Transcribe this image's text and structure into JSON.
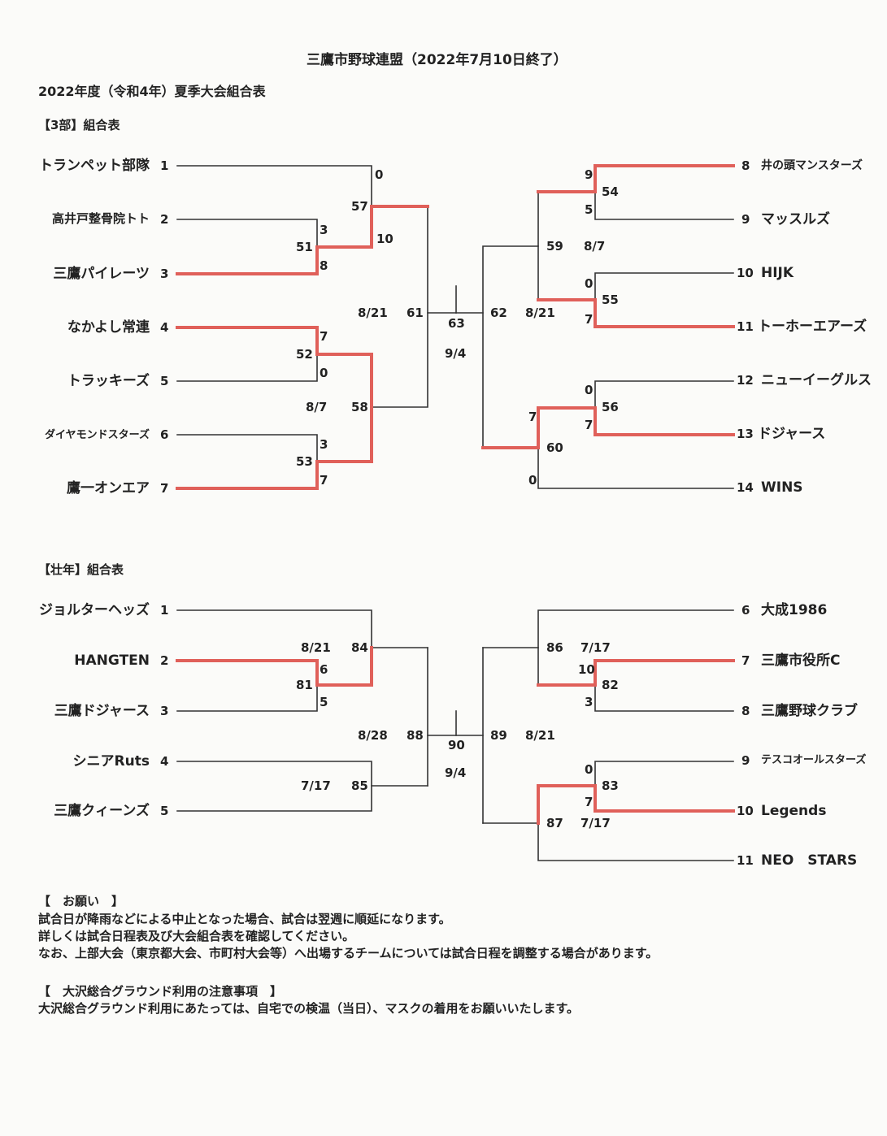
{
  "header": {
    "title": "三鷹市野球連盟（2022年7月10日終了）",
    "subtitle": "2022年度（令和4年）夏季大会組合表"
  },
  "section3": {
    "heading": "【3部】組合表",
    "teams": [
      {
        "no": "1",
        "name": "トランペット部隊"
      },
      {
        "no": "2",
        "name": "高井戸整骨院トト"
      },
      {
        "no": "3",
        "name": "三鷹パイレーツ"
      },
      {
        "no": "4",
        "name": "なかよし常連"
      },
      {
        "no": "5",
        "name": "トラッキーズ"
      },
      {
        "no": "6",
        "name": "ダイヤモンドスターズ"
      },
      {
        "no": "7",
        "name": "鷹一オンエア"
      },
      {
        "no": "8",
        "name": "井の頭マンスターズ"
      },
      {
        "no": "9",
        "name": "マッスルズ"
      },
      {
        "no": "10",
        "name": "HIJK"
      },
      {
        "no": "11",
        "name": "トーホーエアーズ"
      },
      {
        "no": "12",
        "name": "ニューイーグルス"
      },
      {
        "no": "13",
        "name": "ドジャース"
      },
      {
        "no": "14",
        "name": "WINS"
      }
    ],
    "labels": [
      "0",
      "57",
      "10",
      "3",
      "51",
      "8",
      "7",
      "52",
      "0",
      "8/7",
      "58",
      "3",
      "53",
      "7",
      "8/21",
      "61",
      "63",
      "9/4",
      "62",
      "8/21",
      "9",
      "54",
      "5",
      "59",
      "8/7",
      "0",
      "55",
      "7",
      "0",
      "56",
      "7",
      "7",
      "60",
      "0"
    ]
  },
  "section_masters": {
    "heading": "【壮年】組合表",
    "teams": [
      {
        "no": "1",
        "name": "ジョルターヘッズ"
      },
      {
        "no": "2",
        "name": "HANGTEN"
      },
      {
        "no": "3",
        "name": "三鷹ドジャース"
      },
      {
        "no": "4",
        "name": "シニアRuts"
      },
      {
        "no": "5",
        "name": "三鷹クィーンズ"
      },
      {
        "no": "6",
        "name": "大成1986"
      },
      {
        "no": "7",
        "name": "三鷹市役所C"
      },
      {
        "no": "8",
        "name": "三鷹野球クラブ"
      },
      {
        "no": "9",
        "name": "テスコオールスターズ"
      },
      {
        "no": "10",
        "name": "Legends"
      },
      {
        "no": "11",
        "name": "NEO　STARS"
      }
    ],
    "labels": [
      "8/21",
      "84",
      "6",
      "81",
      "5",
      "7/17",
      "85",
      "8/28",
      "88",
      "90",
      "9/4",
      "89",
      "8/21",
      "86",
      "7/17",
      "10",
      "82",
      "3",
      "0",
      "83",
      "7",
      "87",
      "7/17"
    ]
  },
  "notes": {
    "request_heading": "【　お願い　】",
    "request_lines": [
      "試合日が降雨などによる中止となった場合、試合は翌週に順延になります。",
      "詳しくは試合日程表及び大会組合表を確認してください。",
      "なお、上部大会（東京都大会、市町村大会等）へ出場するチームについては試合日程を調整する場合があります。"
    ],
    "ground_heading": "【　大沢総合グラウンド利用の注意事項　】",
    "ground_lines": [
      "大沢総合グラウンド利用にあたっては、自宅での検温（当日）、マスクの着用をお願いいたします。"
    ]
  },
  "colors": {
    "winner_line": "#e0605a",
    "line": "#333333",
    "paper": "#fbfbf9"
  }
}
